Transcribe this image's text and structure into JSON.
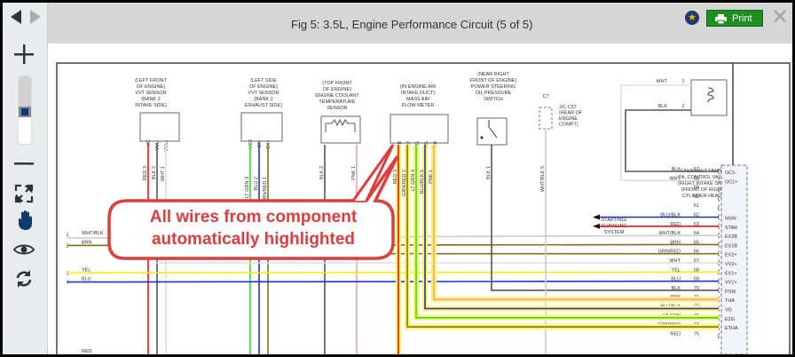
{
  "header": {
    "title": "Fig 5: 3.5L, Engine Performance Circuit (5 of 5)",
    "print_label": "Print",
    "icons": [
      "favorite-star-icon",
      "printer-icon",
      "close-icon"
    ]
  },
  "sidebar": {
    "tools": [
      "prev-arrow",
      "next-arrow",
      "zoom-in",
      "zoom-slider",
      "zoom-out",
      "fit-to-screen",
      "pan-hand",
      "view-eye",
      "refresh"
    ],
    "zoom_level_fraction": 0.35
  },
  "callout": {
    "line1": "All wires from component",
    "line2": "automatically highlighted"
  },
  "components": {
    "vvt_intake": {
      "label": [
        "(LEFT FRONT",
        "OF ENGINE)",
        "VVT SENSOR",
        "(BANK 2",
        "INTAKE SIDE)"
      ],
      "pins": [
        "VC",
        "VVL-",
        "VVL+"
      ],
      "wires": [
        {
          "color": "RED",
          "pin": "3"
        },
        {
          "color": "BLK",
          "pin": "2"
        },
        {
          "color": "WHT",
          "pin": "1"
        }
      ]
    },
    "vvt_exhaust": {
      "label": [
        "(LEFT SIDE",
        "OF ENGINE)",
        "VVT SENSOR",
        "(BANK 2",
        "EXHAUST SIDE)"
      ],
      "pins": [
        "VC2",
        "EX-",
        "EX+"
      ],
      "wires": [
        {
          "color": "LT GRN",
          "pin": "3"
        },
        {
          "color": "BLU",
          "pin": "2"
        },
        {
          "color": "GRN/RED",
          "pin": "1"
        }
      ]
    },
    "ect": {
      "label": [
        "(TOP FRONT",
        "OF ENGINE)",
        "ENGINE COOLANT",
        "TEMPERATURE",
        "SENSOR"
      ],
      "wires": [
        {
          "color": "BLK",
          "pin": "2"
        },
        {
          "color": "PNK",
          "pin": "1"
        }
      ]
    },
    "maf": {
      "label": [
        "(IN ENGINE AIR",
        "INTAKE DUCT)",
        "MASS AIR",
        "FLOW METER"
      ],
      "pins": [
        "+B",
        "E2",
        "E2G",
        "VG",
        "THA"
      ],
      "wires": [
        {
          "color": "RED",
          "pin": "3"
        },
        {
          "color": "GRN/RED",
          "pin": "2"
        },
        {
          "color": "LT GRN",
          "pin": "4"
        },
        {
          "color": "BLU/BLK",
          "pin": "5"
        },
        {
          "color": "PNK",
          "pin": "1"
        }
      ]
    },
    "ps_switch": {
      "label": [
        "(NEAR RIGHT",
        "FRONT OF ENGINE)",
        "POWER STEERING",
        "OIL PRESSURE",
        "SWITCH"
      ],
      "wires": [
        {
          "color": "BLK",
          "pin": "1"
        }
      ]
    },
    "jc": {
      "top": "C7",
      "label": [
        "J/C C57",
        "(REAR OF",
        "ENGINE",
        "COMPT)"
      ],
      "wire": {
        "color": "WHT/BLK",
        "pin": "5"
      }
    },
    "ocv": {
      "label": [
        "CAMSHAFT TIMING",
        "OIL CONTROL VALVE",
        "(RIGHT INTAKE SIDE)",
        "(FRONT OF RIGHT",
        "CYLINDER HEAD)"
      ],
      "wires": [
        {
          "color": "WHT",
          "pin": "1"
        },
        {
          "color": "BLK",
          "pin": "2"
        }
      ]
    },
    "starting": {
      "label": [
        "STARTING/",
        "CHARGING",
        "SYSTEM"
      ]
    }
  },
  "left_wires": [
    {
      "num": "1",
      "color": "WHT/BLK"
    },
    {
      "num": "2",
      "color": "BRN"
    },
    {
      "num": "3",
      "color": "YEL"
    },
    {
      "num": "4",
      "color": "BLU"
    },
    {
      "num": "",
      "color": "RED"
    }
  ],
  "ecm_pins": [
    {
      "wire": "BLK",
      "num": "57",
      "name": "OC1-"
    },
    {
      "wire": "WHT",
      "num": "58",
      "name": "OC1+"
    },
    {
      "wire": "",
      "num": "59",
      "name": ""
    },
    {
      "wire": "",
      "num": "60",
      "name": ""
    },
    {
      "wire": "",
      "num": "61",
      "name": ""
    },
    {
      "wire": "BLU/BLK",
      "num": "62",
      "name": "NSW"
    },
    {
      "wire": "RED",
      "num": "63",
      "name": "STAR"
    },
    {
      "wire": "WHT/BLK",
      "num": "64",
      "name": "EX2B"
    },
    {
      "wire": "BRN",
      "num": "65",
      "name": "EX1B"
    },
    {
      "wire": "GRN/RED",
      "num": "66",
      "name": "EV2+"
    },
    {
      "wire": "WHT",
      "num": "67",
      "name": "VV2+"
    },
    {
      "wire": "YEL",
      "num": "68",
      "name": "EV1+"
    },
    {
      "wire": "BLU",
      "num": "69",
      "name": "VV1+"
    },
    {
      "wire": "BLK",
      "num": "70",
      "name": "PSW"
    },
    {
      "wire": "PNK",
      "num": "71",
      "name": "THA"
    },
    {
      "wire": "BLU/BLK",
      "num": "72",
      "name": "VG"
    },
    {
      "wire": "LT GRN",
      "num": "73",
      "name": "E2G"
    },
    {
      "wire": "GRN/RED",
      "num": "74",
      "name": "ETHA"
    },
    {
      "wire": "RED",
      "num": "75",
      "name": ""
    }
  ],
  "colors": {
    "highlight": "#fff36a",
    "callout": "#e23b3b",
    "print_button": "#1e8e1e",
    "accent_blue": "#1d3b6e"
  }
}
